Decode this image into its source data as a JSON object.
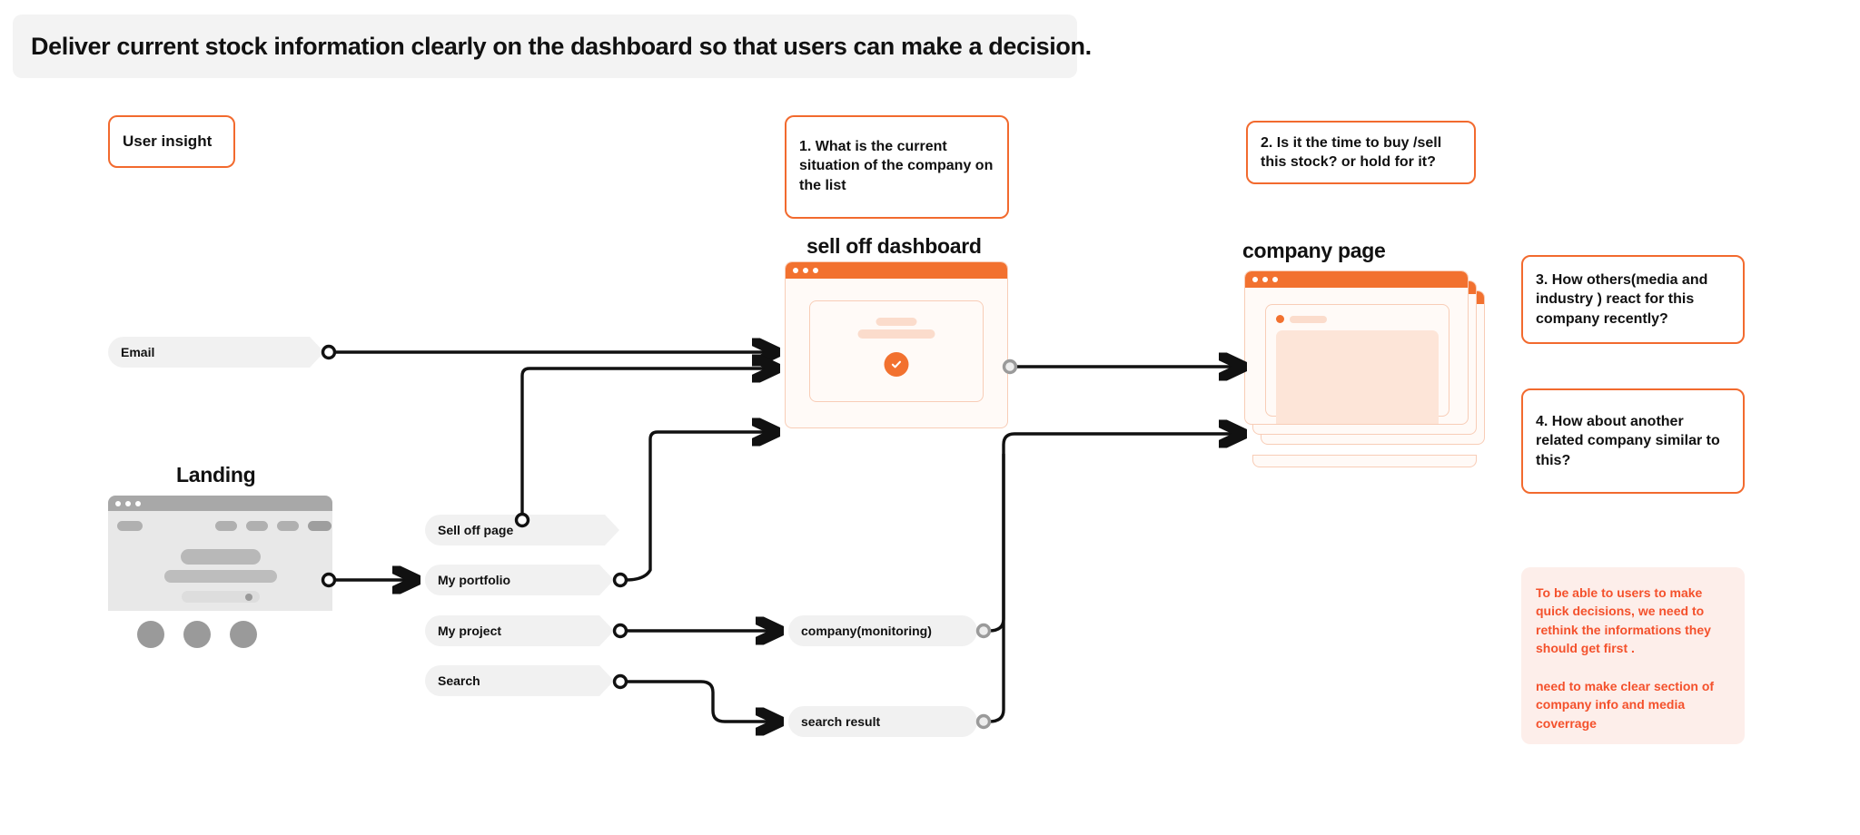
{
  "header": {
    "title": "Deliver current stock information clearly on the dashboard so that users can make a decision."
  },
  "legend": {
    "user_insight_label": "User insight"
  },
  "questions": [
    {
      "id": "q1",
      "text": "1. What is the current situation of the company on the list"
    },
    {
      "id": "q2",
      "text": "2. Is it the time to buy /sell this stock? or hold for it?"
    },
    {
      "id": "q3",
      "text": "3. How others(media and industry ) react for this company recently?"
    },
    {
      "id": "q4",
      "text": "4. How about another related company similar to this?"
    }
  ],
  "note": {
    "paragraph_1": " To be able to users to make quick decisions, we need to rethink the informations they should get first .",
    "paragraph_2": "need to make clear section of company info and media coverrage",
    "text_color": "#f4512c",
    "background_color": "#fdeeea"
  },
  "screens": [
    {
      "id": "dashboard",
      "caption": "sell off dashboard",
      "accent": "#f2712f"
    },
    {
      "id": "company",
      "caption": "company page",
      "accent": "#f2712f"
    },
    {
      "id": "landing",
      "caption": "Landing",
      "accent": "#a8a8a8"
    }
  ],
  "flow_nodes": [
    {
      "id": "email",
      "label": "Email"
    },
    {
      "id": "selloff",
      "label": "Sell off page"
    },
    {
      "id": "portfolio",
      "label": "My portfolio"
    },
    {
      "id": "project",
      "label": "My project"
    },
    {
      "id": "search",
      "label": "Search"
    },
    {
      "id": "monitoring",
      "label": "company(monitoring)"
    },
    {
      "id": "searchres",
      "label": "search result"
    }
  ],
  "colors": {
    "accent_orange": "#f2712f",
    "accent_border": "#f26a2e",
    "note_red": "#f4512c",
    "banner_gray": "#f3f3f3",
    "pill_gray": "#f1f1f1",
    "wire_black": "#111111"
  }
}
